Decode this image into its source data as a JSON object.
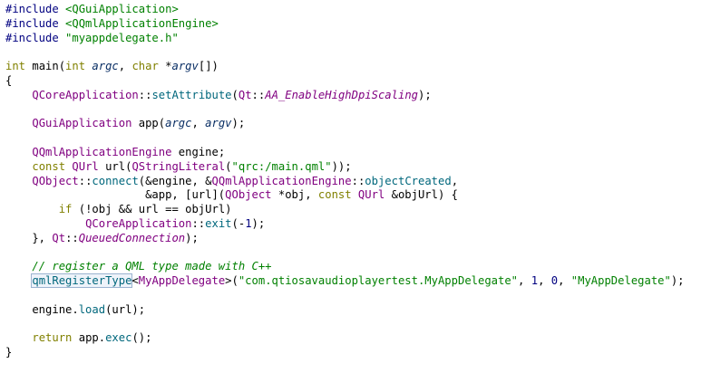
{
  "editor": {
    "lines": [
      [
        {
          "t": "pp",
          "v": "#include "
        },
        {
          "t": "str",
          "v": "<QGuiApplication>"
        }
      ],
      [
        {
          "t": "pp",
          "v": "#include "
        },
        {
          "t": "str",
          "v": "<QQmlApplicationEngine>"
        }
      ],
      [
        {
          "t": "pp",
          "v": "#include "
        },
        {
          "t": "str",
          "v": "\"myappdelegate.h\""
        }
      ],
      [],
      [
        {
          "t": "kw",
          "v": "int"
        },
        {
          "t": "plain",
          "v": " main("
        },
        {
          "t": "kw",
          "v": "int"
        },
        {
          "t": "plain",
          "v": " "
        },
        {
          "t": "param",
          "v": "argc"
        },
        {
          "t": "plain",
          "v": ", "
        },
        {
          "t": "kw",
          "v": "char"
        },
        {
          "t": "plain",
          "v": " *"
        },
        {
          "t": "param",
          "v": "argv"
        },
        {
          "t": "plain",
          "v": "[])"
        }
      ],
      [
        {
          "t": "plain",
          "v": "{"
        }
      ],
      [
        {
          "t": "plain",
          "v": "    "
        },
        {
          "t": "type",
          "v": "QCoreApplication"
        },
        {
          "t": "plain",
          "v": "::"
        },
        {
          "t": "fn",
          "v": "setAttribute"
        },
        {
          "t": "plain",
          "v": "("
        },
        {
          "t": "type",
          "v": "Qt"
        },
        {
          "t": "plain",
          "v": "::"
        },
        {
          "t": "enum",
          "v": "AA_EnableHighDpiScaling"
        },
        {
          "t": "plain",
          "v": ");"
        }
      ],
      [],
      [
        {
          "t": "plain",
          "v": "    "
        },
        {
          "t": "type",
          "v": "QGuiApplication"
        },
        {
          "t": "plain",
          "v": " app("
        },
        {
          "t": "param",
          "v": "argc"
        },
        {
          "t": "plain",
          "v": ", "
        },
        {
          "t": "param",
          "v": "argv"
        },
        {
          "t": "plain",
          "v": ");"
        }
      ],
      [],
      [
        {
          "t": "plain",
          "v": "    "
        },
        {
          "t": "type",
          "v": "QQmlApplicationEngine"
        },
        {
          "t": "plain",
          "v": " engine;"
        }
      ],
      [
        {
          "t": "plain",
          "v": "    "
        },
        {
          "t": "kw",
          "v": "const"
        },
        {
          "t": "plain",
          "v": " "
        },
        {
          "t": "type",
          "v": "QUrl"
        },
        {
          "t": "plain",
          "v": " url("
        },
        {
          "t": "type",
          "v": "QStringLiteral"
        },
        {
          "t": "plain",
          "v": "("
        },
        {
          "t": "str",
          "v": "\"qrc:/main.qml\""
        },
        {
          "t": "plain",
          "v": "));"
        }
      ],
      [
        {
          "t": "plain",
          "v": "    "
        },
        {
          "t": "type",
          "v": "QObject"
        },
        {
          "t": "plain",
          "v": "::"
        },
        {
          "t": "fn",
          "v": "connect"
        },
        {
          "t": "plain",
          "v": "(&engine, &"
        },
        {
          "t": "type",
          "v": "QQmlApplicationEngine"
        },
        {
          "t": "plain",
          "v": "::"
        },
        {
          "t": "fn",
          "v": "objectCreated"
        },
        {
          "t": "plain",
          "v": ","
        }
      ],
      [
        {
          "t": "plain",
          "v": "                     &app, [url]("
        },
        {
          "t": "type",
          "v": "QObject"
        },
        {
          "t": "plain",
          "v": " *obj, "
        },
        {
          "t": "kw",
          "v": "const"
        },
        {
          "t": "plain",
          "v": " "
        },
        {
          "t": "type",
          "v": "QUrl"
        },
        {
          "t": "plain",
          "v": " &objUrl) {"
        }
      ],
      [
        {
          "t": "plain",
          "v": "        "
        },
        {
          "t": "kw",
          "v": "if"
        },
        {
          "t": "plain",
          "v": " (!obj && url == objUrl)"
        }
      ],
      [
        {
          "t": "plain",
          "v": "            "
        },
        {
          "t": "type",
          "v": "QCoreApplication"
        },
        {
          "t": "plain",
          "v": "::"
        },
        {
          "t": "fn",
          "v": "exit"
        },
        {
          "t": "plain",
          "v": "(-"
        },
        {
          "t": "num",
          "v": "1"
        },
        {
          "t": "plain",
          "v": ");"
        }
      ],
      [
        {
          "t": "plain",
          "v": "    }, "
        },
        {
          "t": "type",
          "v": "Qt"
        },
        {
          "t": "plain",
          "v": "::"
        },
        {
          "t": "enum",
          "v": "QueuedConnection"
        },
        {
          "t": "plain",
          "v": ");"
        }
      ],
      [],
      [
        {
          "t": "plain",
          "v": "    "
        },
        {
          "t": "cmt",
          "v": "// register a QML type made with C++"
        }
      ],
      [
        {
          "t": "plain",
          "v": "    "
        },
        {
          "t": "sel",
          "v": "qmlRegisterType"
        },
        {
          "t": "plain",
          "v": "<"
        },
        {
          "t": "type",
          "v": "MyAppDelegate"
        },
        {
          "t": "plain",
          "v": ">("
        },
        {
          "t": "str",
          "v": "\"com.qtiosavaudioplayertest.MyAppDelegate\""
        },
        {
          "t": "plain",
          "v": ", "
        },
        {
          "t": "num",
          "v": "1"
        },
        {
          "t": "plain",
          "v": ", "
        },
        {
          "t": "num",
          "v": "0"
        },
        {
          "t": "plain",
          "v": ", "
        },
        {
          "t": "str",
          "v": "\"MyAppDelegate\""
        },
        {
          "t": "plain",
          "v": ");"
        }
      ],
      [],
      [
        {
          "t": "plain",
          "v": "    engine."
        },
        {
          "t": "fn",
          "v": "load"
        },
        {
          "t": "plain",
          "v": "(url);"
        }
      ],
      [],
      [
        {
          "t": "plain",
          "v": "    "
        },
        {
          "t": "kw",
          "v": "return"
        },
        {
          "t": "plain",
          "v": " app."
        },
        {
          "t": "fn",
          "v": "exec"
        },
        {
          "t": "plain",
          "v": "();"
        }
      ],
      [
        {
          "t": "plain",
          "v": "}"
        }
      ]
    ]
  }
}
